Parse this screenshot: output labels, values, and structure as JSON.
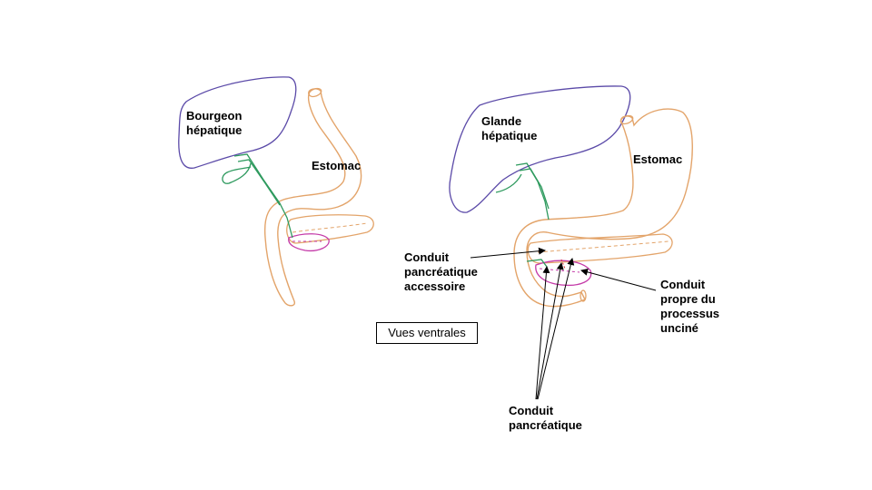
{
  "labels": {
    "bourgeon_hepatique": [
      "Bourgeon",
      "hépatique"
    ],
    "estomac_left": "Estomac",
    "glande_hepatique": [
      "Glande",
      "hépatique"
    ],
    "estomac_right": "Estomac",
    "conduit_accessoire": [
      "Conduit",
      "pancréatique",
      "accessoire"
    ],
    "conduit_propre": [
      "Conduit",
      "propre du",
      "processus",
      "unciné"
    ],
    "conduit_pancreatique": [
      "Conduit",
      "pancréatique"
    ],
    "vues_ventrales": "Vues ventrales"
  },
  "colors": {
    "liver": "#5b4aa8",
    "stomach": "#e3a46a",
    "bile_duct": "#2e9a5e",
    "pancreas": "#c43aa8",
    "arrow": "#000000"
  }
}
